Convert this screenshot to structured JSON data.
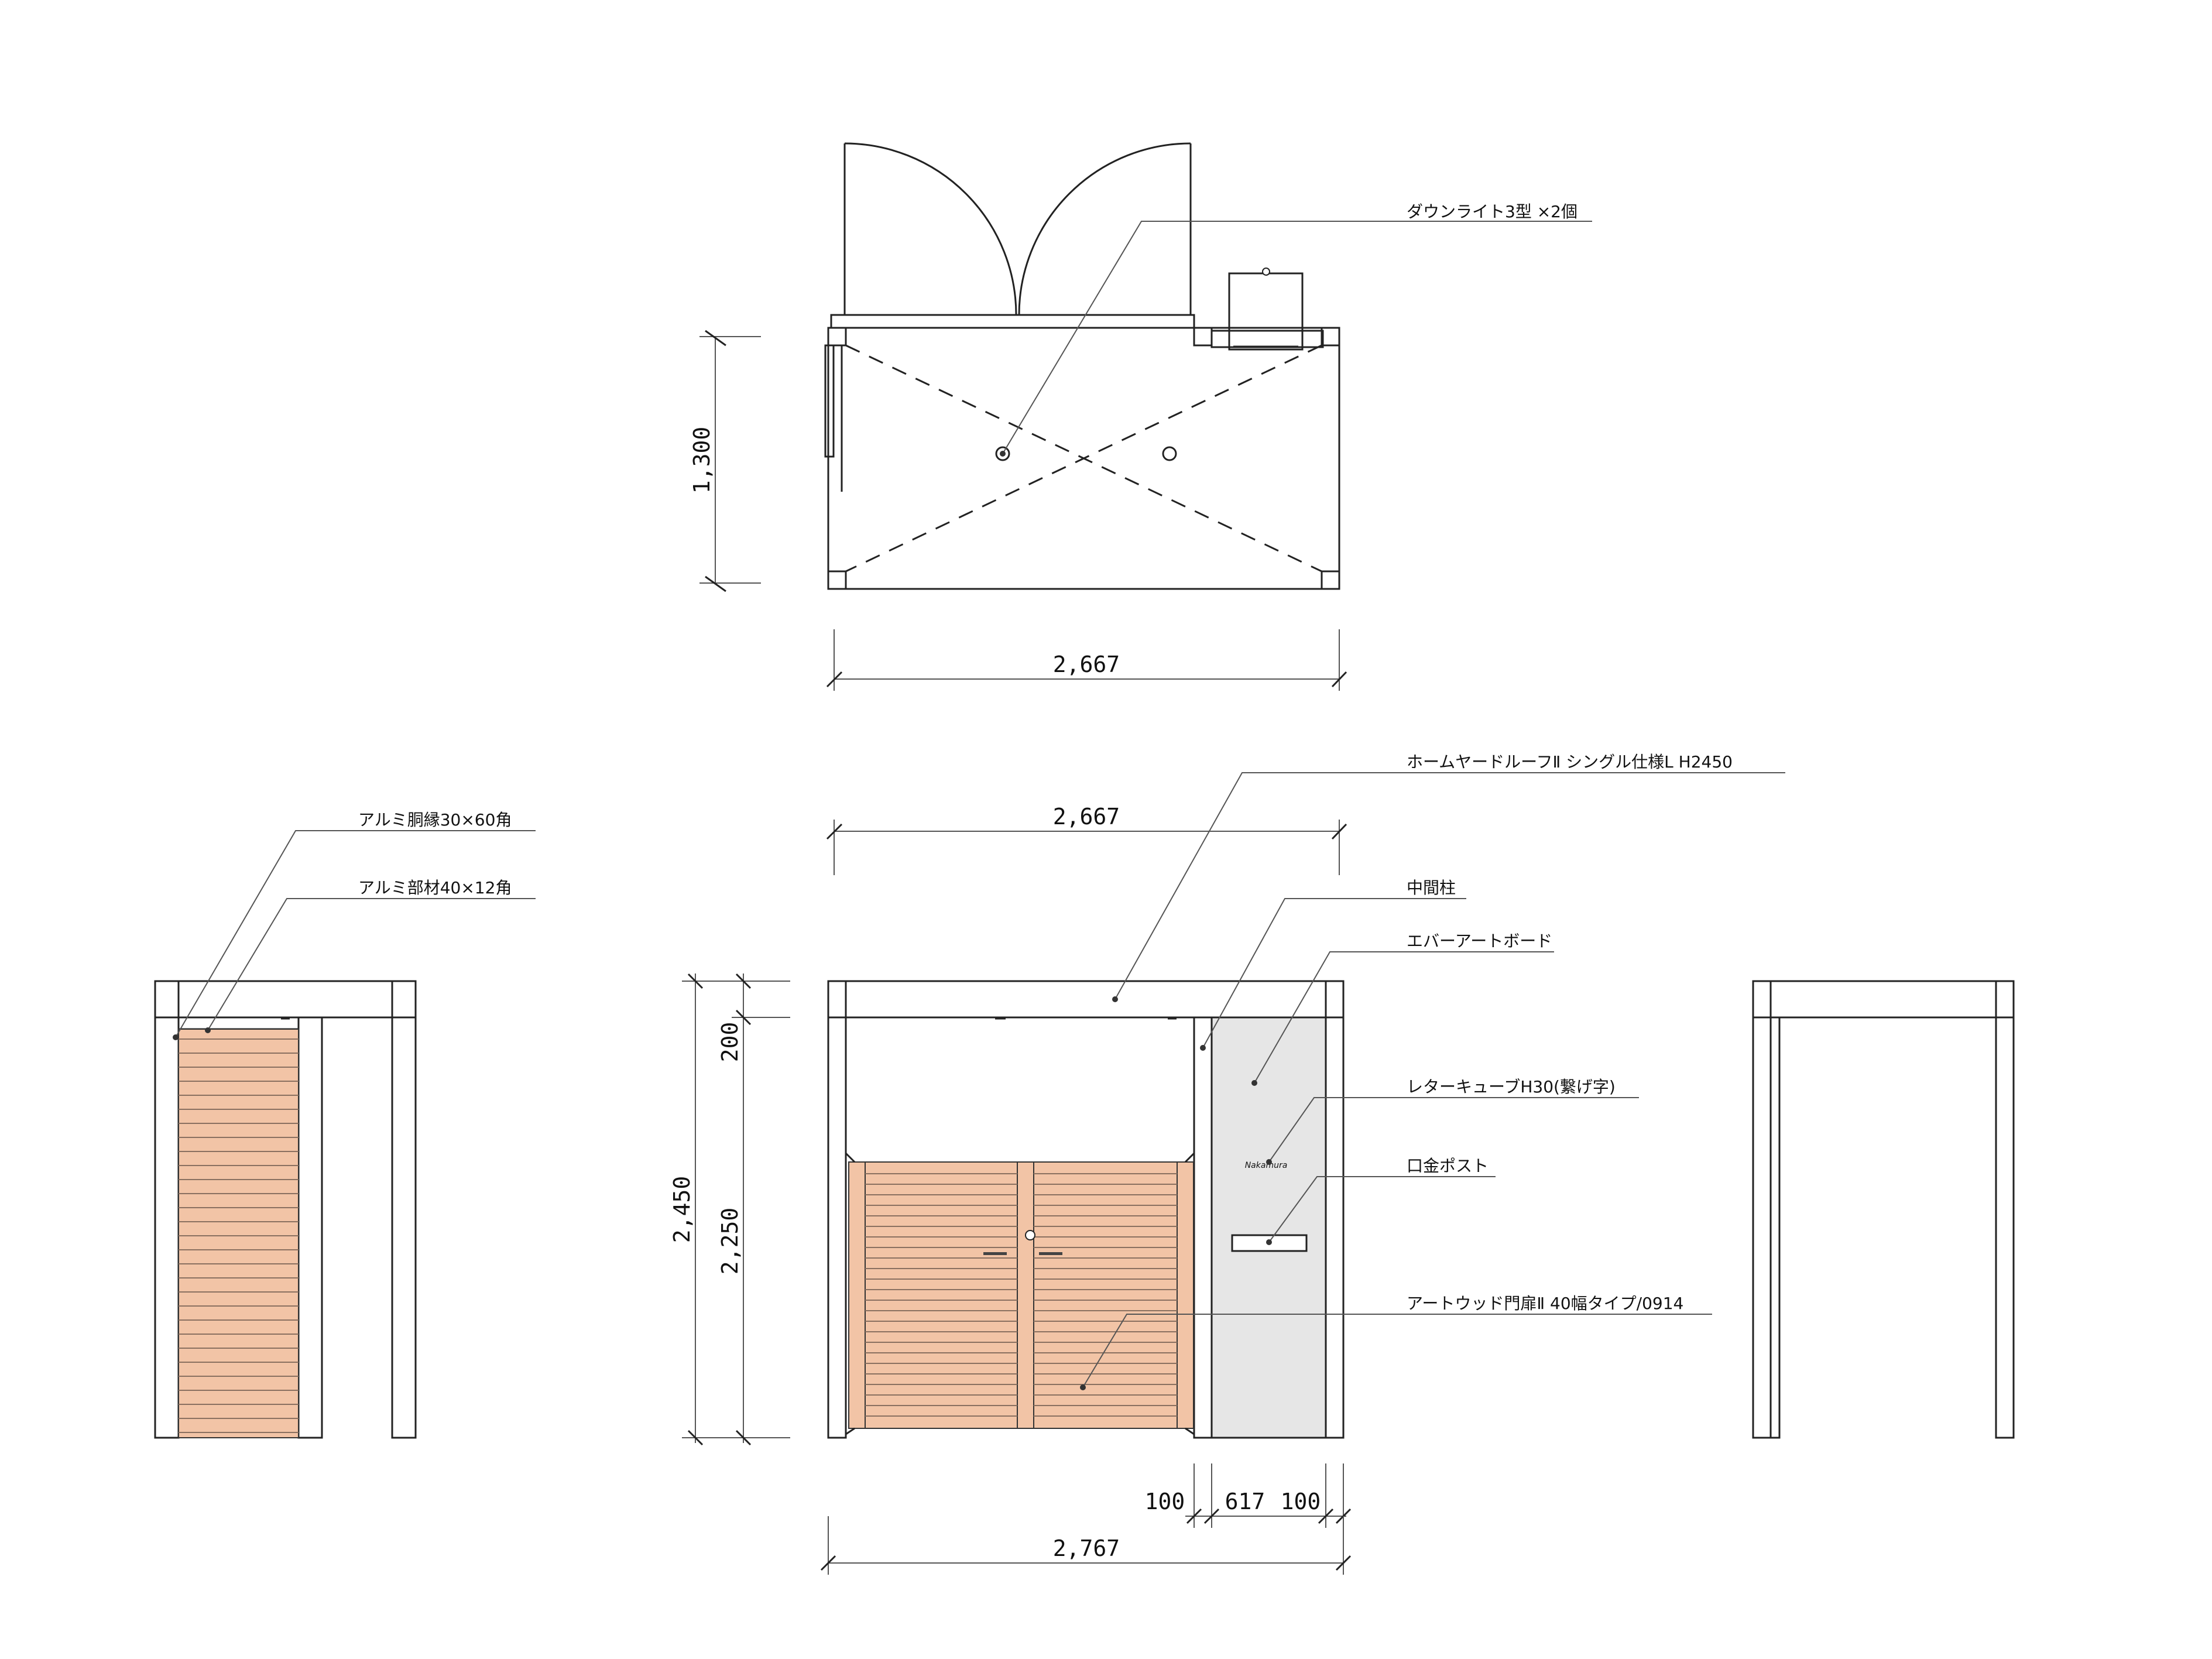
{
  "dimensions": {
    "plan_depth": "1,300",
    "plan_width": "2,667",
    "front_width": "2,667",
    "front_total_height": "2,450",
    "front_top_beam": "200",
    "front_clear_height": "2,250",
    "post_left": "100",
    "post_width": "617",
    "post_right": "100",
    "overall_width": "2,767"
  },
  "callouts": {
    "downlight": "ダウンライト3型 ×2個",
    "roof": "ホームヤードルーフⅡ シングル仕様L H2450",
    "middle_post": "中間柱",
    "ever_art_board": "エバーアートボード",
    "letter_cube": "レターキューブH30(繋げ字)",
    "mail_post": "口金ポスト",
    "gate": "アートウッド門扉Ⅱ 40幅タイプ/0914",
    "alu_frame": "アルミ胴縁30×60角",
    "alu_member": "アルミ部材40×12角"
  },
  "nameplate": "Nakamura",
  "colors": {
    "wood": "#f2c4a6",
    "board": "#e6e6e6",
    "line": "#222222"
  }
}
